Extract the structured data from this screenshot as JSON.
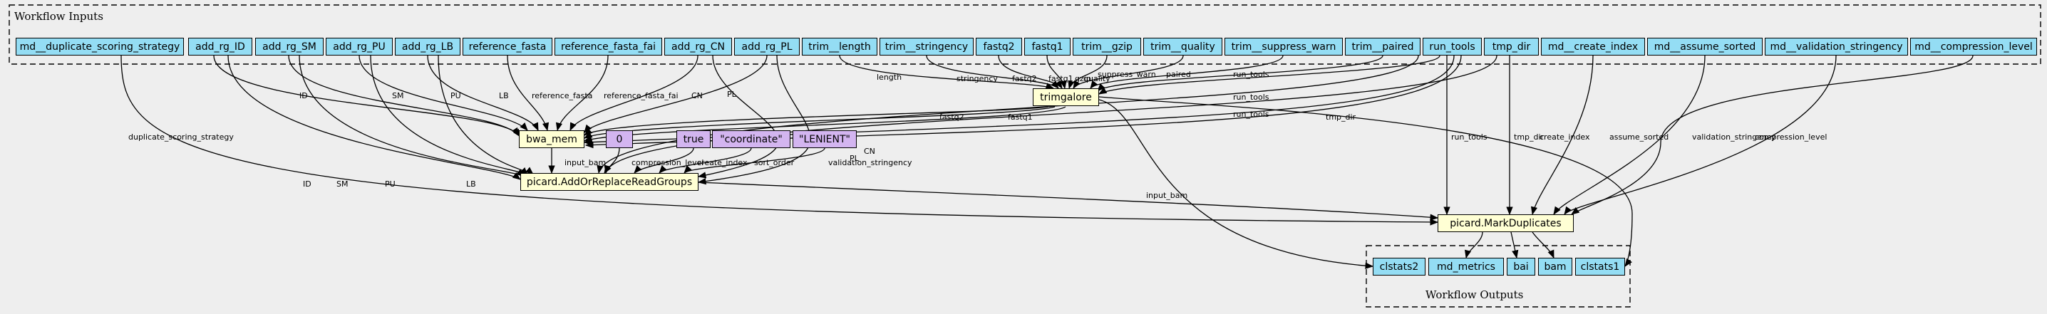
{
  "clusters": {
    "inputs_label": "Workflow Inputs",
    "outputs_label": "Workflow Outputs"
  },
  "inputs": {
    "md_dup": "md__duplicate_scoring_strategy",
    "rg_id": "add_rg_ID",
    "rg_sm": "add_rg_SM",
    "rg_pu": "add_rg_PU",
    "rg_lb": "add_rg_LB",
    "ref": "reference_fasta",
    "ref_fai": "reference_fasta_fai",
    "rg_cn": "add_rg_CN",
    "rg_pl": "add_rg_PL",
    "trim_length": "trim__length",
    "trim_stringency": "trim__stringency",
    "fastq2": "fastq2",
    "fastq1": "fastq1",
    "trim_gzip": "trim__gzip",
    "trim_quality": "trim__quality",
    "trim_suppress": "trim__suppress_warn",
    "trim_paired": "trim__paired",
    "run_tools": "run_tools",
    "tmp_dir": "tmp_dir",
    "md_create_index": "md__create_index",
    "md_assume_sorted": "md__assume_sorted",
    "md_validation": "md__validation_stringency",
    "md_compression": "md__compression_level"
  },
  "steps": {
    "trimgalore": "trimgalore",
    "bwa_mem": "bwa_mem",
    "picard_aorrg": "picard.AddOrReplaceReadGroups",
    "picard_md": "picard.MarkDuplicates"
  },
  "constants": {
    "c0": "0",
    "ctrue": "true",
    "ccoord": "\"coordinate\"",
    "clenient": "\"LENIENT\""
  },
  "outputs": {
    "clstats2": "clstats2",
    "md_metrics": "md_metrics",
    "bai": "bai",
    "bam": "bam",
    "clstats1": "clstats1"
  },
  "edge_labels": {
    "length": "length",
    "stringency": "stringency",
    "fastq2": "fastq2",
    "fastq1": "fastq1",
    "gzip": "gzip",
    "quality": "quality",
    "suppress_warn": "suppress_warn",
    "paired": "paired",
    "run_tools": "run_tools",
    "id": "ID",
    "sm": "SM",
    "pu": "PU",
    "lb": "LB",
    "reference_fasta": "reference_fasta",
    "reference_fasta_fai": "reference_fasta_fai",
    "cn": "CN",
    "pl": "PL",
    "duplicate_scoring_strategy": "duplicate_scoring_strategy",
    "tmp_dir": "tmp_dir",
    "create_index": "create_index",
    "assume_sorted": "assume_sorted",
    "validation_stringency": "validation_stringency",
    "compression_level": "compression_level",
    "input_bam": "input_bam",
    "sort_order": "sort_order"
  }
}
